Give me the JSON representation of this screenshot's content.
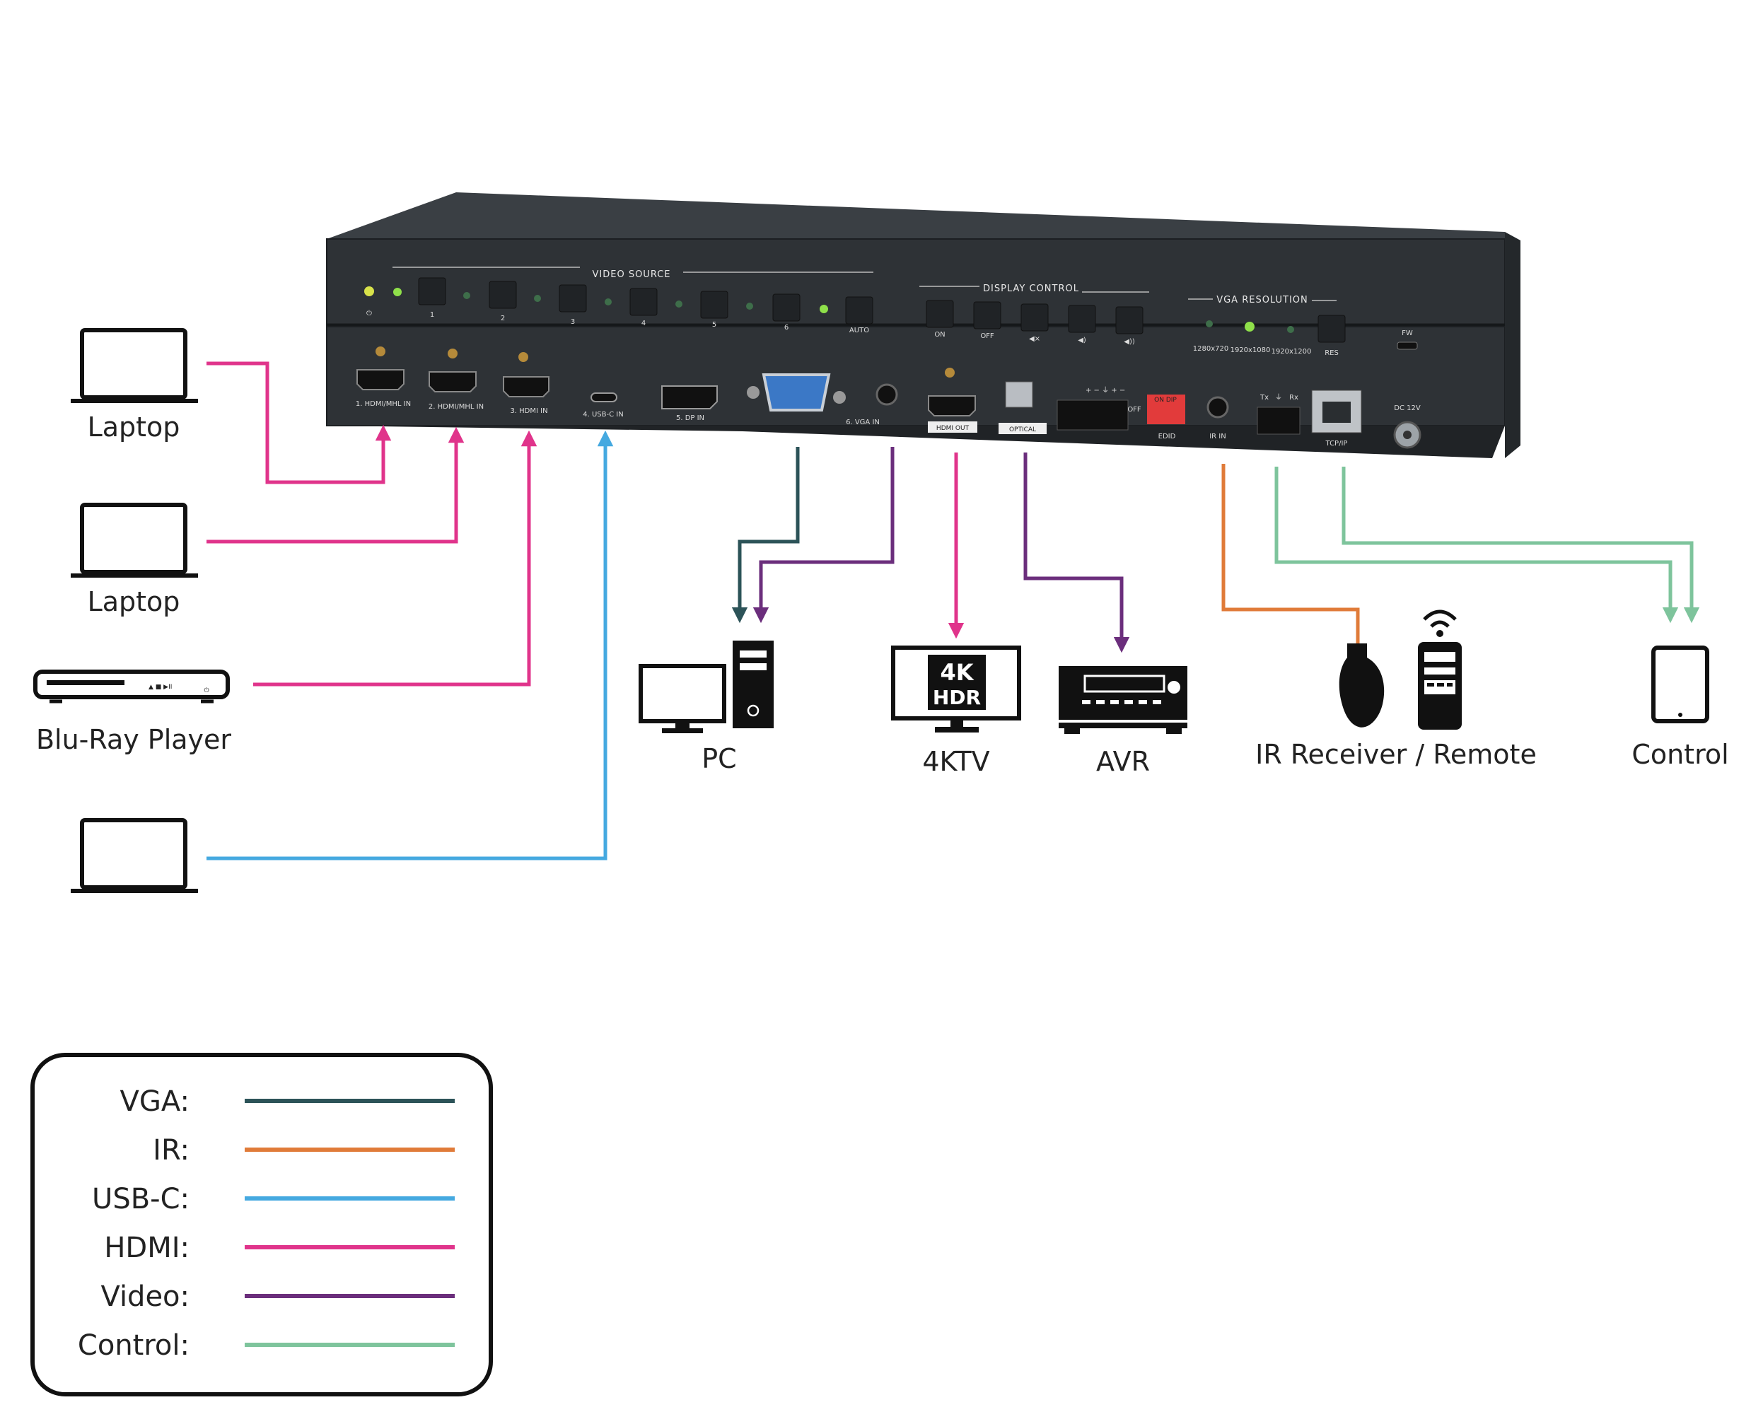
{
  "colors": {
    "vga": "#2c5358",
    "ir": "#e07b39",
    "usbc": "#45a9e0",
    "hdmi": "#e0348b",
    "video": "#6b2e7c",
    "control": "#7ec49c",
    "device_body": "#2e3236",
    "device_edge": "#1c1f22",
    "led_on": "#8fe04a"
  },
  "device": {
    "front": {
      "video_source_label": "VIDEO SOURCE",
      "display_control_label": "DISPLAY CONTROL",
      "vga_resolution_label": "VGA RESOLUTION",
      "source_buttons": [
        "1",
        "2",
        "3",
        "4",
        "5",
        "6",
        "AUTO"
      ],
      "display_buttons": [
        "ON",
        "OFF"
      ],
      "resolutions": [
        "1280x720",
        "1920x1080",
        "1920x1200"
      ],
      "res_button": "RES",
      "fw_label": "FW"
    },
    "rear": {
      "hdmi_in_1": "1. HDMI/MHL IN",
      "hdmi_in_2": "2. HDMI/MHL IN",
      "hdmi_in_3": "3. HDMI IN",
      "usbc_in": "4. USB-C IN",
      "dp_in": "5. DP IN",
      "vga_in": "6. VGA IN",
      "hdmi_out": "HDMI OUT",
      "optical": "OPTICAL",
      "edid": "EDID",
      "edid_on": "ON",
      "edid_dip": "DIP",
      "edid_off": "OFF",
      "ir_in": "IR IN",
      "tx": "Tx",
      "rx": "Rx",
      "tcpip": "TCP/IP",
      "dc": "DC 12V"
    }
  },
  "sources": [
    {
      "label": "Laptop",
      "connection": "hdmi"
    },
    {
      "label": "Laptop",
      "connection": "hdmi"
    },
    {
      "label": "Blu-Ray Player",
      "connection": "hdmi"
    },
    {
      "label": "",
      "connection": "usbc"
    }
  ],
  "outputs": {
    "pc": "PC",
    "tv": "4KTV",
    "tv_badge_top": "4K",
    "tv_badge_bottom": "HDR",
    "avr": "AVR",
    "ir": "IR Receiver / Remote",
    "control": "Control"
  },
  "legend": [
    {
      "label": "VGA:",
      "color": "#2c5358"
    },
    {
      "label": "IR:",
      "color": "#e07b39"
    },
    {
      "label": "USB-C:",
      "color": "#45a9e0"
    },
    {
      "label": "HDMI:",
      "color": "#e0348b"
    },
    {
      "label": "Video:",
      "color": "#6b2e7c"
    },
    {
      "label": "Control:",
      "color": "#7ec49c"
    }
  ]
}
